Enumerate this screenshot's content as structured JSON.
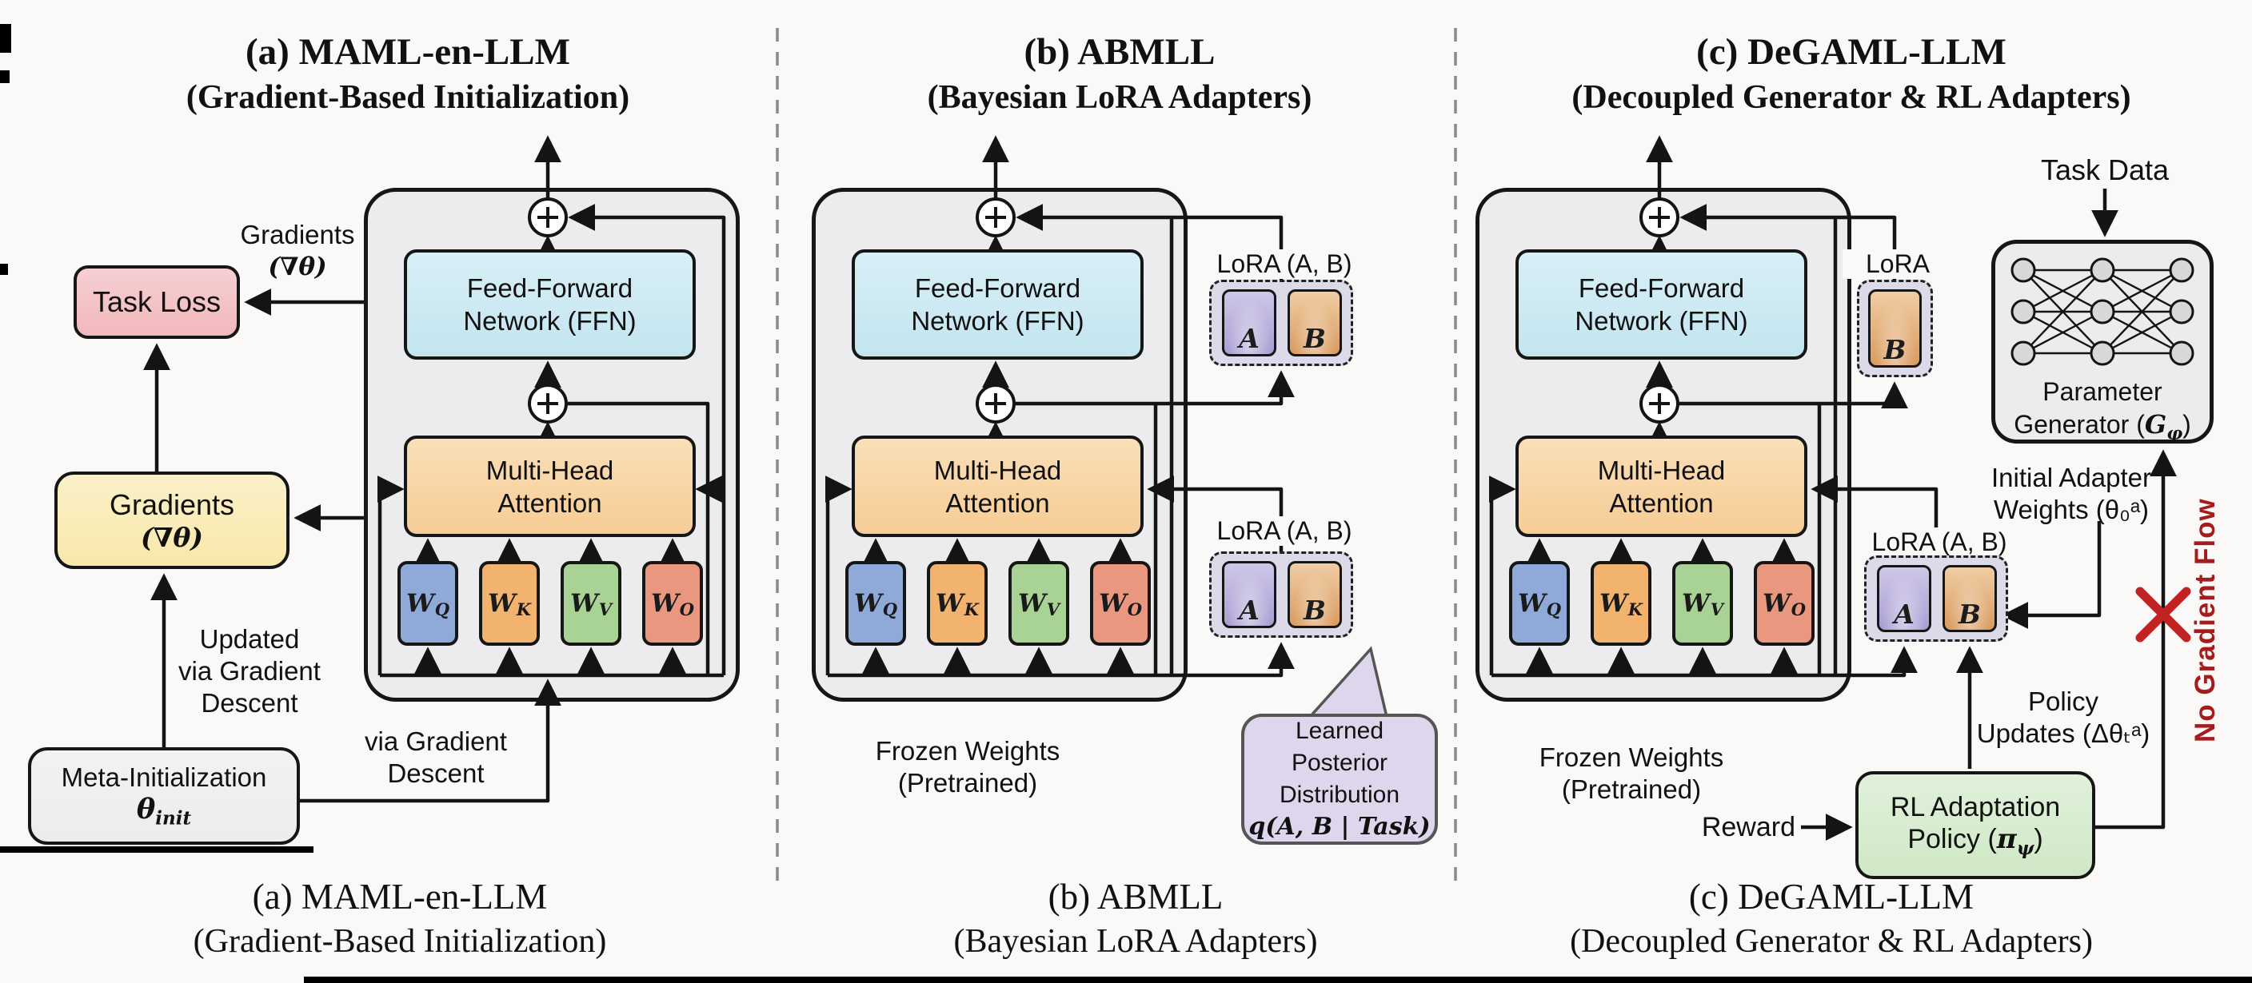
{
  "colors": {
    "ffn": "#c3e5ef",
    "mha": "#f6cc95",
    "wq": "#8fa9d9",
    "wk": "#f1b36e",
    "wv": "#a9d295",
    "wo": "#e9977f",
    "task_loss": "#f1b9bd",
    "gradients": "#f8e8ab",
    "meta": "#ececee",
    "lora_a": "#a99ed2",
    "lora_b": "#d99a5e",
    "lora_shell": "#dcd9e8",
    "bubble": "#ddd6ec",
    "rl": "#cfe8c6",
    "red": "#c32222"
  },
  "block_labels": {
    "ffn_line1": "Feed-Forward",
    "ffn_line2": "Network (FFN)",
    "mha_line1": "Multi-Head",
    "mha_line2": "Attention",
    "weights": [
      {
        "main": "W",
        "sub": "Q"
      },
      {
        "main": "W",
        "sub": "K"
      },
      {
        "main": "W",
        "sub": "V"
      },
      {
        "main": "W",
        "sub": "O"
      }
    ]
  },
  "panel_a": {
    "title_line1": "(a) MAML-en-LLM",
    "title_line2": "(Gradient-Based Initialization)",
    "caption_line1": "(a) MAML-en-LLM",
    "caption_line2": "(Gradient-Based Initialization)",
    "task_loss_label": "Task Loss",
    "gradients_arrow_line1": "Gradients",
    "gradients_arrow_line2": "(∇θ)",
    "gradients_box_line1": "Gradients",
    "gradients_box_line2": "(∇θ)",
    "meta_line1": "Meta-Initialization",
    "meta_sym": "θ",
    "meta_sub": "init",
    "updated_line1": "Updated",
    "updated_line2": "via Gradient",
    "updated_line3": "Descent",
    "via_line1": "via Gradient",
    "via_line2": "Descent"
  },
  "panel_b": {
    "title_line1": "(b) ABMLL",
    "title_line2": "(Bayesian LoRA Adapters)",
    "caption_line1": "(b) ABMLL",
    "caption_line2": "(Bayesian LoRA Adapters)",
    "lora_upper_label": "LoRA (A, B)",
    "lora_lower_label": "LoRA (A, B)",
    "adapter_a": "A",
    "adapter_b": "B",
    "frozen_line1": "Frozen Weights",
    "frozen_line2": "(Pretrained)",
    "bubble_line1": "Learned Posterior",
    "bubble_line2": "Distribution",
    "bubble_line3": "q(A, B | Task)"
  },
  "panel_c": {
    "title_line1": "(c) DeGAML-LLM",
    "title_line2": "(Decoupled Generator & RL Adapters)",
    "caption_line1": "(c) DeGAML-LLM",
    "caption_line2": "(Decoupled Generator & RL Adapters)",
    "task_data_label": "Task Data",
    "lora_b_label": "LoRA",
    "lora_ab_label": "LoRA (A, B)",
    "adapter_a": "A",
    "adapter_b": "B",
    "pg_line1": "Parameter",
    "pg_line2_pre": "Generator (",
    "pg_sym": "G",
    "pg_sub": "φ",
    "pg_line2_post": ")",
    "initial_line1": "Initial Adapter",
    "initial_line2": "Weights (θ₀ᵃ)",
    "policy_line1": "Policy",
    "policy_line2": "Updates (Δθₜᵃ)",
    "rl_line1": "RL Adaptation",
    "rl_line2_pre": "Policy (",
    "rl_sym": "π",
    "rl_sub": "ψ",
    "rl_line2_post": ")",
    "reward_label": "Reward",
    "no_gradient_label": "No Gradient Flow",
    "frozen_line1": "Frozen Weights",
    "frozen_line2": "(Pretrained)"
  }
}
